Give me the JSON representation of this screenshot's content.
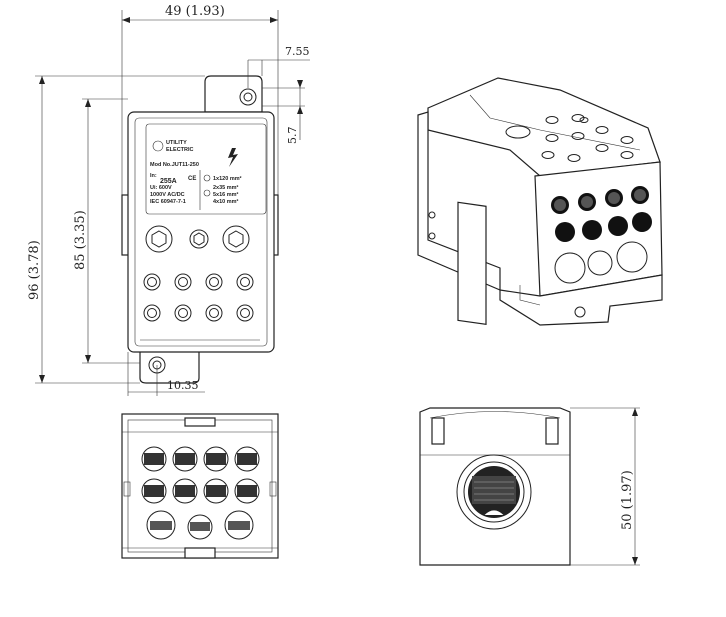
{
  "dimensions": {
    "width_top": "49 (1.93)",
    "height_total": "96 (3.78)",
    "height_body": "85 (3.35)",
    "offset_7_55": "7.55",
    "offset_5_7": "5.7",
    "offset_10_35": "10.35",
    "height_side": "50 (1.97)"
  },
  "label": {
    "brand_line1": "UTILITY",
    "brand_line2": "ELECTRIC",
    "model": "Mod No.JUT11-250",
    "in_label": "In:",
    "current": "255A",
    "ui": "Ui: 600V",
    "voltage": "1000V AC/DC",
    "standard": "IEC 60947-7-1",
    "cable_1": "1x120 mm²",
    "cable_2": "2x35 mm²",
    "cable_3": "5x16 mm²",
    "cable_4": "4x10 mm²"
  },
  "icons": [
    "lightning-icon",
    "ce-mark-icon",
    "brand-logo-icon"
  ],
  "colors": {
    "line": "#222222",
    "background": "#ffffff",
    "hole": "#111111"
  }
}
